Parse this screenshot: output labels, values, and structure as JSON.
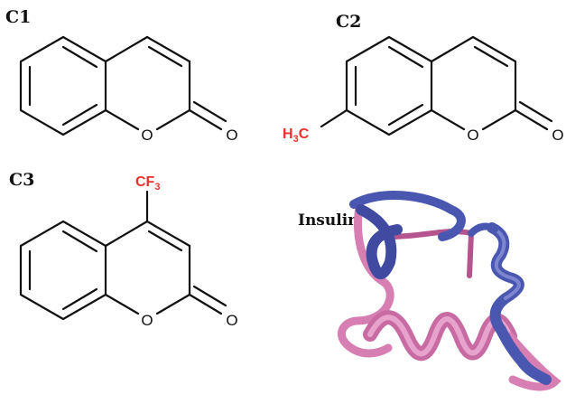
{
  "panels": {
    "c1": {
      "label": "C1",
      "oxygen": "O",
      "carbonyl": "O"
    },
    "c2": {
      "label": "C2",
      "oxygen": "O",
      "carbonyl": "O",
      "substituent": "H3C",
      "substituent_prefix": "H",
      "substituent_sub": "3",
      "substituent_suffix": "C"
    },
    "c3": {
      "label": "C3",
      "oxygen": "O",
      "carbonyl": "O",
      "substituent": "CF3",
      "substituent_prefix": "CF",
      "substituent_sub": "3"
    },
    "insulin": {
      "label": "Insulin"
    }
  },
  "colors": {
    "substituent": "#e8312f",
    "helix_blue": "#4a57b0",
    "helix_pink": "#d77fb3"
  }
}
